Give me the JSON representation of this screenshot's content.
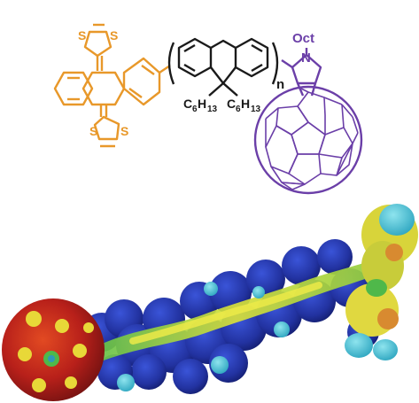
{
  "colors": {
    "background": "#ffffff",
    "donor": "#e8982a",
    "bridge": "#1a1a1a",
    "acceptor": "#6b3fa8",
    "surface_red": "#c0201a",
    "surface_blue": "#2434a8",
    "surface_green": "#4fb84a",
    "surface_yellow": "#e6e03c",
    "surface_cyan": "#4ec8d8"
  },
  "labels": {
    "sulfur": "S",
    "nitrogen": "N",
    "octyl": "Oct",
    "repeat_n": "n",
    "hexyl_c": "C",
    "hexyl_c_sub": "6",
    "hexyl_h": "H",
    "hexyl_h_sub": "13"
  }
}
